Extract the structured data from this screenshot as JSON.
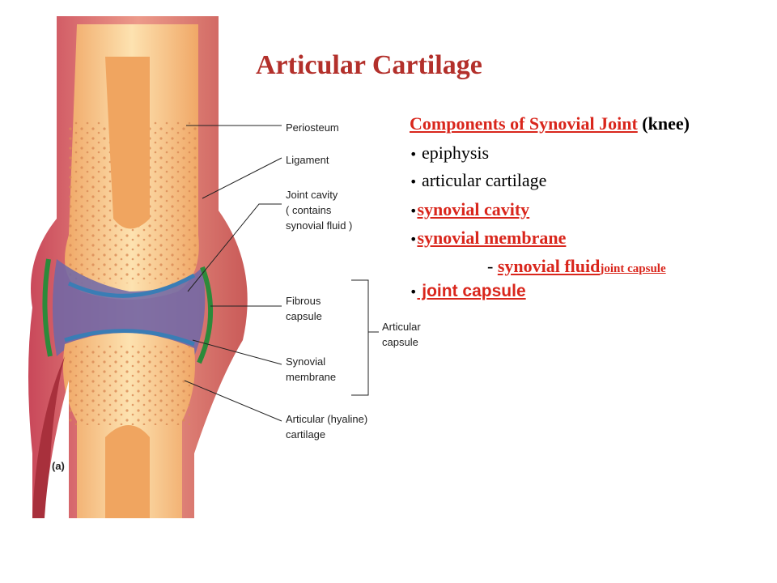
{
  "slide": {
    "title": "Articular Cartilage"
  },
  "figure": {
    "panel_label": "(a)",
    "labels": {
      "periosteum": "Periosteum",
      "ligament": "Ligament",
      "joint_cavity_1": "Joint cavity",
      "joint_cavity_2": "( contains",
      "joint_cavity_3": "synovial fluid )",
      "fibrous_1": "Fibrous",
      "fibrous_2": "capsule",
      "articular_capsule_1": "Articular",
      "articular_capsule_2": "capsule",
      "synovial_membrane_1": "Synovial",
      "synovial_membrane_2": "membrane",
      "cartilage_1": "Articular (hyaline)",
      "cartilage_2": "cartilage"
    }
  },
  "components": {
    "heading": "Components of Synovial Joint",
    "heading_suffix": " (knee)",
    "bullet": "•",
    "items": [
      {
        "text": "epiphysis"
      },
      {
        "text": "articular cartilage"
      },
      {
        "text": "synovial cavity"
      },
      {
        "text": "synovial membrane"
      }
    ],
    "sub_item_dash": "- ",
    "sub_item_main": "synovial fluid",
    "sub_item_small": "joint capsule",
    "last_item": " joint capsule"
  },
  "colors": {
    "title": "#b3302b",
    "link": "#d9261c",
    "bone": "#f6cc8a",
    "tissue": "#d9736a"
  }
}
